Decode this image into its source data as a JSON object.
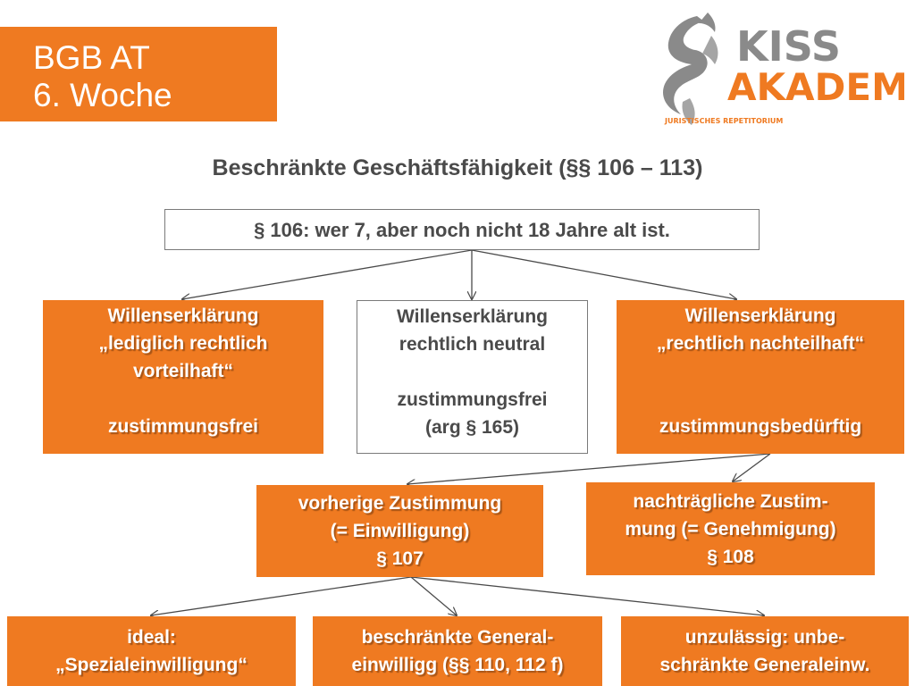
{
  "header": {
    "line1": "BGB AT",
    "line2": "6. Woche"
  },
  "logo": {
    "name": "KISS",
    "name2": "AKADEMIE",
    "tagline": "JURISTISCHES REPETITORIUM",
    "icon": "phoenix-swirl-icon"
  },
  "title": "Beschränkte Geschäftsfähigkeit (§§ 106 – 113)",
  "rule": "§ 106: wer 7, aber noch nicht 18 Jahre alt ist.",
  "boxes": {
    "advantageous": {
      "l1": "Willenserklärung",
      "l2": "„lediglich rechtlich",
      "l3": "vorteilhaft“",
      "result": "zustimmungsfrei"
    },
    "neutral": {
      "l1": "Willenserklärung",
      "l2": "rechtlich neutral",
      "result": "zustimmungsfrei",
      "ref": "(arg § 165)"
    },
    "disadvantageous": {
      "l1": "Willenserklärung",
      "l2": "„rechtlich nachteilhaft“",
      "result": "zustimmungsbedürftig"
    },
    "prior": {
      "l1": "vorherige Zustimmung",
      "l2": "(= Einwilligung)",
      "ref": "§ 107"
    },
    "subsequent": {
      "l1": "nachträgliche Zustim-",
      "l2": "mung (= Genehmigung)",
      "ref": "§ 108"
    },
    "ideal": {
      "l1": "ideal:",
      "l2": "„Spezialeinwilligung“"
    },
    "limited": {
      "l1": "beschränkte General-",
      "l2": "einwilligg (§§ 110, 112 f)"
    },
    "invalid": {
      "l1": "unzulässig: unbe-",
      "l2": "schränkte Generaleinw."
    }
  },
  "colors": {
    "accent": "#ef7a21",
    "text": "#4a4a4a",
    "logo_grey": "#8a8a8a"
  }
}
